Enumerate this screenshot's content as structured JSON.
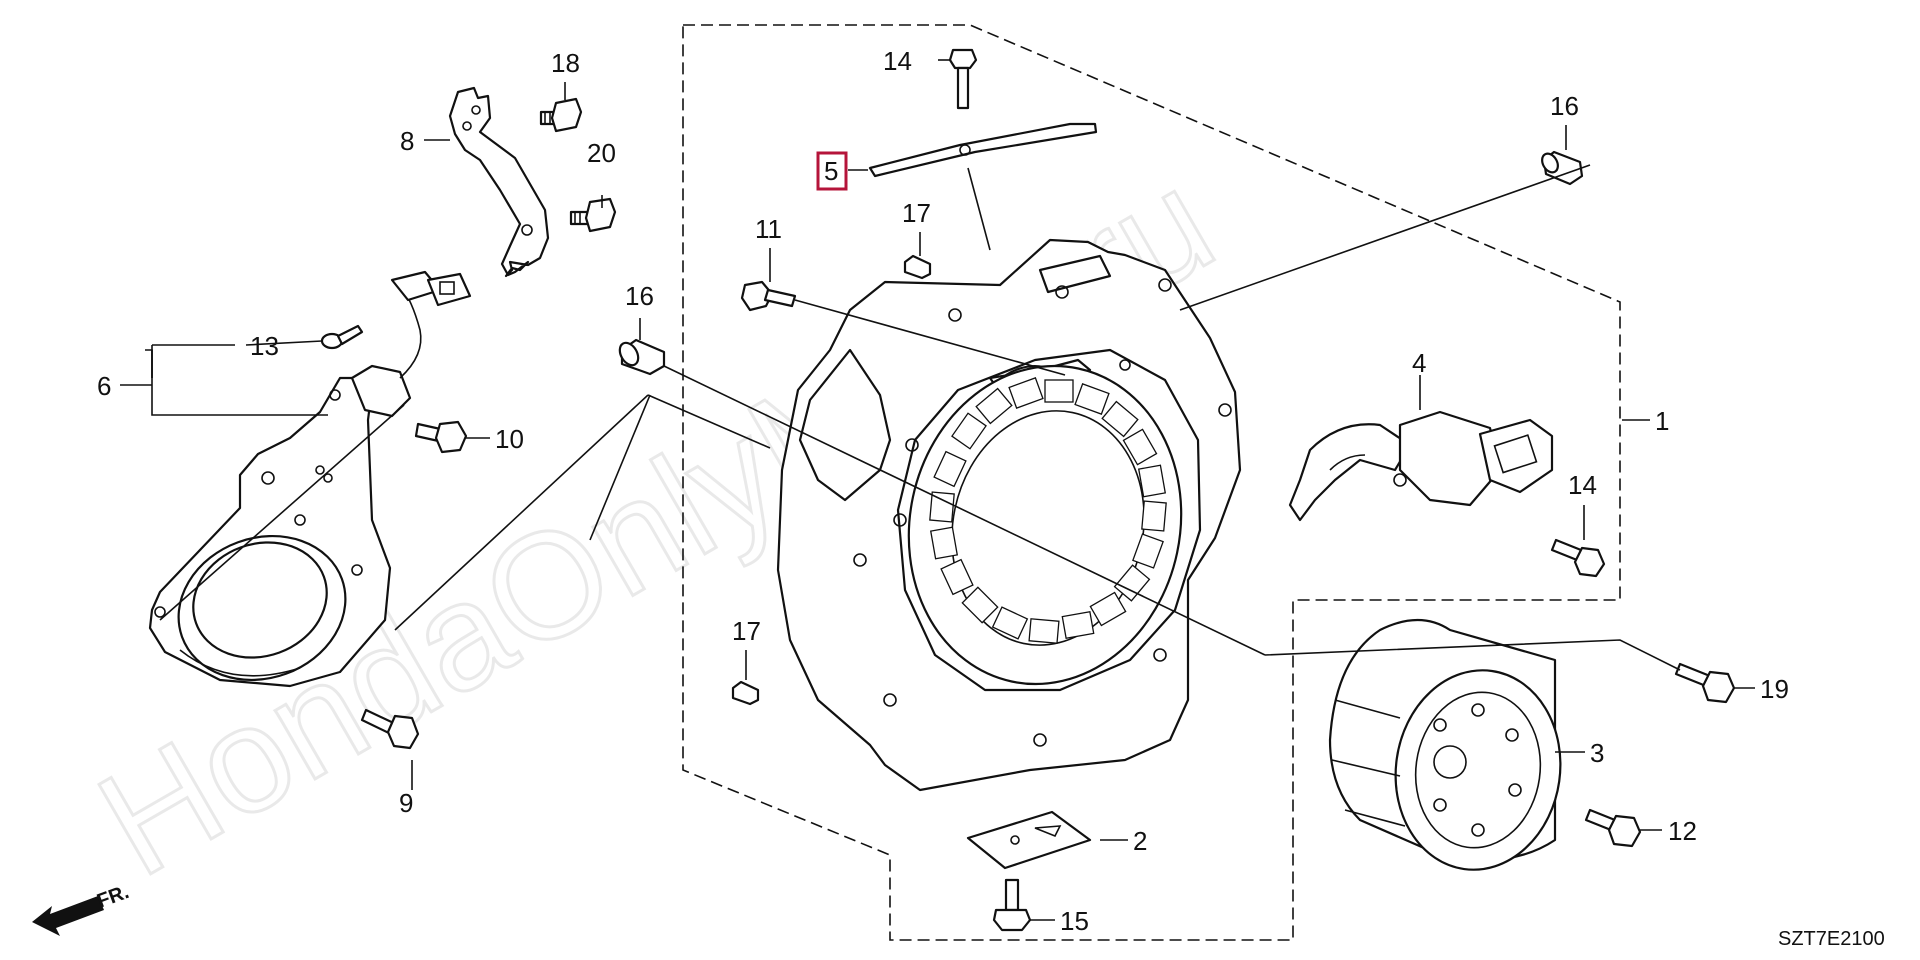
{
  "watermark": "HondaOnlyMine.ru",
  "diagram_code": "SZT7E2100",
  "front_indicator": "FR.",
  "highlighted_callout": "5",
  "highlight_color": "#b5143a",
  "callouts": {
    "c1": "1",
    "c2": "2",
    "c3": "3",
    "c4": "4",
    "c5": "5",
    "c6": "6",
    "c8": "8",
    "c9": "9",
    "c10": "10",
    "c11": "11",
    "c12": "12",
    "c13": "13",
    "c14a": "14",
    "c14b": "14",
    "c15": "15",
    "c16a": "16",
    "c16b": "16",
    "c17a": "17",
    "c17b": "17",
    "c18": "18",
    "c19": "19",
    "c20": "20"
  }
}
